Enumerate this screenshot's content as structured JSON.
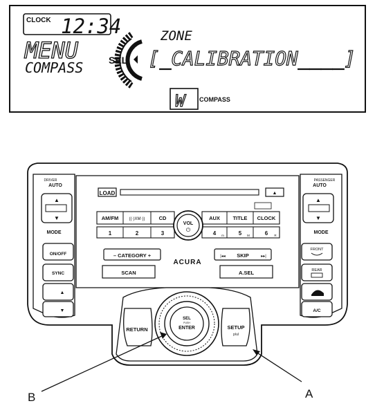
{
  "display": {
    "clock_label": "CLOCK",
    "time": "12:34",
    "menu": "MENU",
    "compass_mode": "COMPASS",
    "sel": "SEL",
    "zone": "ZONE",
    "calibration": "[_CALIBRATION____]",
    "heading": "W",
    "compass_icon_label": "COMPASS"
  },
  "panel": {
    "left_top_1": "DRIVER",
    "left_top_2": "AUTO",
    "right_top_1": "PASSENGER",
    "right_top_2": "AUTO",
    "load": "LOAD",
    "eject_glyph": "▲",
    "am_fm": "AM/FM",
    "xm": "((·)XM·))",
    "cd": "CD",
    "aux": "AUX",
    "title": "TITLE",
    "clock": "CLOCK",
    "preset_1": "1",
    "preset_2": "2",
    "preset_3": "3",
    "preset_4": "4",
    "preset_5": "5",
    "preset_6": "6",
    "preset_4_sub": "m",
    "preset_5_sub": "M",
    "preset_6_sub": "R",
    "vol": "VOL",
    "power_glyph": "⏻",
    "mode_left": "MODE",
    "mode_right": "MODE",
    "on_off": "ON/OFF",
    "sync": "SYNC",
    "fan_up": "▲",
    "fan_down": "▼",
    "front": "FRONT",
    "rear": "REAR",
    "ac": "A/C",
    "category": "– CATEGORY +",
    "skip": "SKIP",
    "skip_prev": "|◂◂",
    "skip_next": "▸▸|",
    "brand": "ACURA",
    "scan": "SCAN",
    "a_sel": "A.SEL",
    "sel": "SEL",
    "push": "PUSH",
    "enter": "ENTER",
    "return": "RETURN",
    "setup": "SETUP",
    "setup_sub": "p/ul"
  },
  "callouts": {
    "a": "A",
    "b": "B"
  }
}
